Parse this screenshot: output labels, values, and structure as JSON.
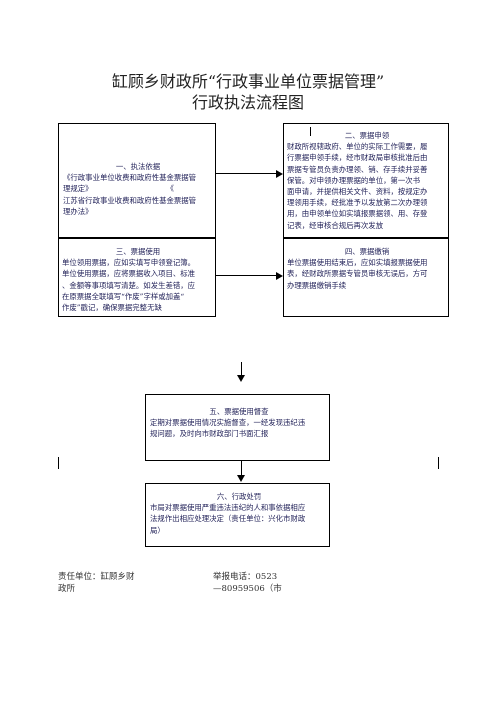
{
  "title_line1": "缸顾乡财政所“行政事业单位票据管理”",
  "title_line2": "行政执法流程图",
  "steps": [
    {
      "heading": "一、执法依据",
      "lines": [
        "《行政事业单位收费和政府性基金票据管",
        "理规定》　　　　　　　　　　　《",
        "江苏省行政事业收费和政府性基金票据管",
        "理办法》"
      ]
    },
    {
      "heading": "二、票据申领",
      "lines": [
        "财政所视辖政府、单位的实际工作需要，履",
        "行票据申领手续，经市财政局审核批准后由",
        "票据专管员负责办理领、销、存手续并妥善",
        "保管。对申领办理票据的单位，第一次书",
        "面申请，并提供相关文件、资料，按规定办",
        "理领用手续，经批准予以发放第二次办理领",
        "用，由申领单位如实填报票据领、用、存登",
        "记表，经审核合规后再次发放"
      ]
    },
    {
      "heading": "三、票据使用",
      "lines": [
        "单位领用票据，应如实填写申领登记簿。",
        "单位使用票据，应将票据收入项目、标准",
        "、金额等事项填写清楚。如发生差错，应",
        "在原票据全联填写“作废”字样或加盖“",
        "作废”戳记，确保票据完整无缺"
      ]
    },
    {
      "heading": "四、票据缴销",
      "lines": [
        "单位票据使用结束后，应如实填报票据使用",
        "表，经财政所票据专管员审核无误后，方可",
        "办理票据缴销手续"
      ]
    },
    {
      "heading": "五、票据使用督查",
      "lines": [
        "定期对票据使用情况实施督查，一经发现违纪违",
        "规问题，及时向市财政部门书面汇报"
      ]
    },
    {
      "heading": "六、行政处罚",
      "lines": [
        "市局对票据使用严重违法违纪的人和事依据相应",
        "法规作出相应处理决定（责任单位：兴化市财政",
        "局）"
      ]
    }
  ],
  "footer": {
    "left_line1": "责任单位：缸顾乡财",
    "left_line2": "政所",
    "right_line1": "举报电话：0523",
    "right_line2": "—80959506（市"
  }
}
